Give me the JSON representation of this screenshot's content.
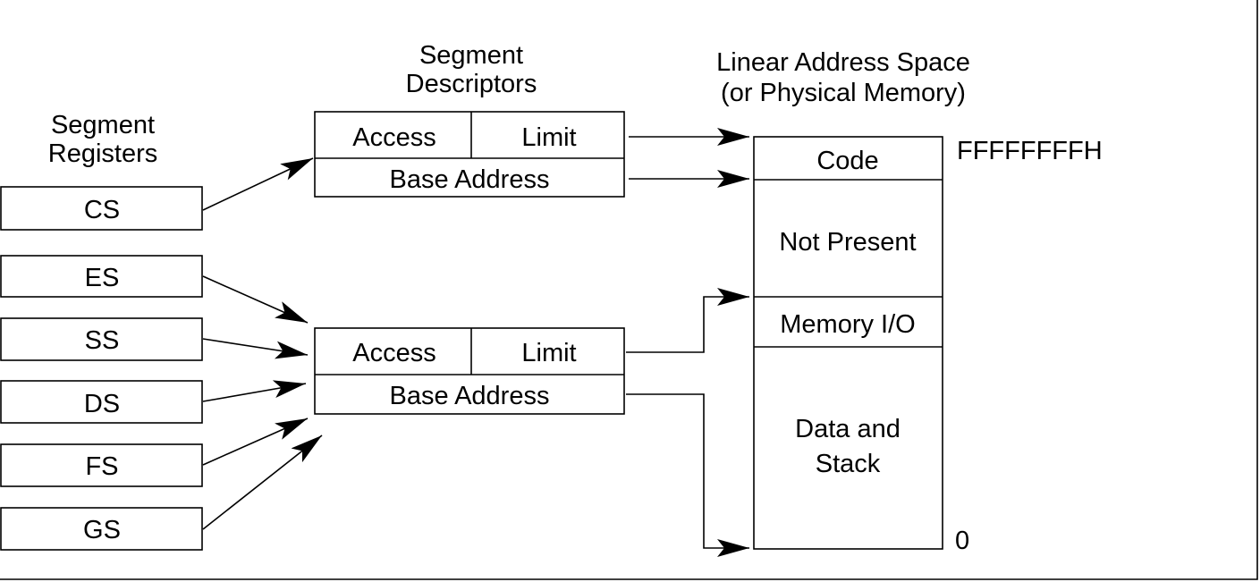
{
  "headings": {
    "segment_registers": [
      "Segment",
      "Registers"
    ],
    "segment_descriptors": [
      "Segment",
      "Descriptors"
    ],
    "linear_address_space": [
      "Linear Address Space",
      "(or Physical Memory)"
    ]
  },
  "registers": [
    "CS",
    "ES",
    "SS",
    "DS",
    "FS",
    "GS"
  ],
  "descriptors": [
    {
      "access": "Access",
      "limit": "Limit",
      "base": "Base Address"
    },
    {
      "access": "Access",
      "limit": "Limit",
      "base": "Base Address"
    }
  ],
  "memory": {
    "regions": [
      "Code",
      "Not Present",
      "Memory I/O",
      [
        "Data and",
        "Stack"
      ]
    ],
    "top_address": "FFFFFFFFH",
    "bottom_address": "0"
  }
}
